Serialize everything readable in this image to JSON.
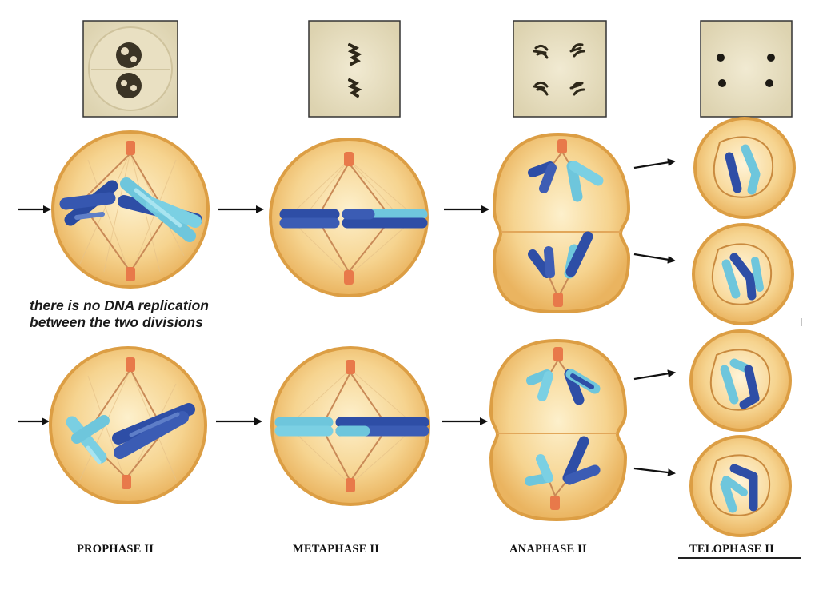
{
  "annotation": {
    "line1": "there is no DNA replication",
    "line2": "between the two divisions"
  },
  "stages": [
    {
      "label": "PROPHASE II"
    },
    {
      "label": "METAPHASE II"
    },
    {
      "label": "ANAPHASE II"
    },
    {
      "label": "TELOPHASE II"
    }
  ],
  "colors": {
    "cell_fill": "#f3c77a",
    "cell_border": "#d99a3a",
    "dark_chromosome": "#2f4fa7",
    "light_chromosome": "#73cbe0",
    "centriole": "#e2794a",
    "micrograph_bg": "#ebe3c8"
  }
}
